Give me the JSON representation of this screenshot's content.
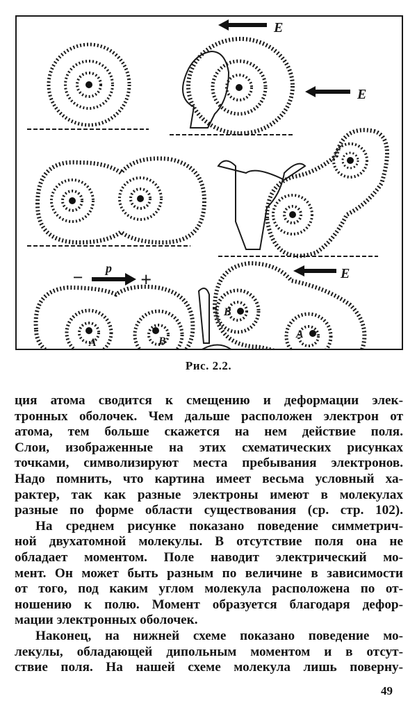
{
  "figure": {
    "labels": {
      "field": "E",
      "dipole": "p",
      "minus": "−",
      "plus": "+",
      "atom_a": "A",
      "atom_b": "B"
    },
    "caption": "Рис. 2.2."
  },
  "body": {
    "paragraphs": [
      {
        "indent": false,
        "lines": [
          "ция атома сводится к смещению и деформации элек-",
          "тронных оболочек. Чем дальше расположен электрон от",
          "атома, тем больше скажется на нем действие поля.",
          "Слои, изображенные на этих схематических рисунках",
          "точками, символизируют места пребывания электронов.",
          "Надо помнить, что картина имеет весьма условный ха-",
          "рактер, так как разные электроны имеют в молекулах",
          "разные по форме области существования (ср. стр. 102)."
        ]
      },
      {
        "indent": true,
        "lines": [
          "На среднем рисунке показано поведение симметрич-",
          "ной двухатомной молекулы. В отсутствие поля она не",
          "обладает моментом. Поле наводит электрический мо-",
          "мент. Он может быть разным по величине в зависимости",
          "от того, под каким углом молекула расположена по от-",
          "ношению к полю. Момент образуется благодаря дефор-",
          "мации электронных оболочек."
        ]
      },
      {
        "indent": true,
        "lines": [
          "Наконец, на нижней схеме показано поведение мо-",
          "лекулы, обладающей дипольным моментом и в отсут-",
          "ствие поля. На нашей схеме молекула лишь поверну-"
        ]
      }
    ]
  },
  "page_number": "49"
}
